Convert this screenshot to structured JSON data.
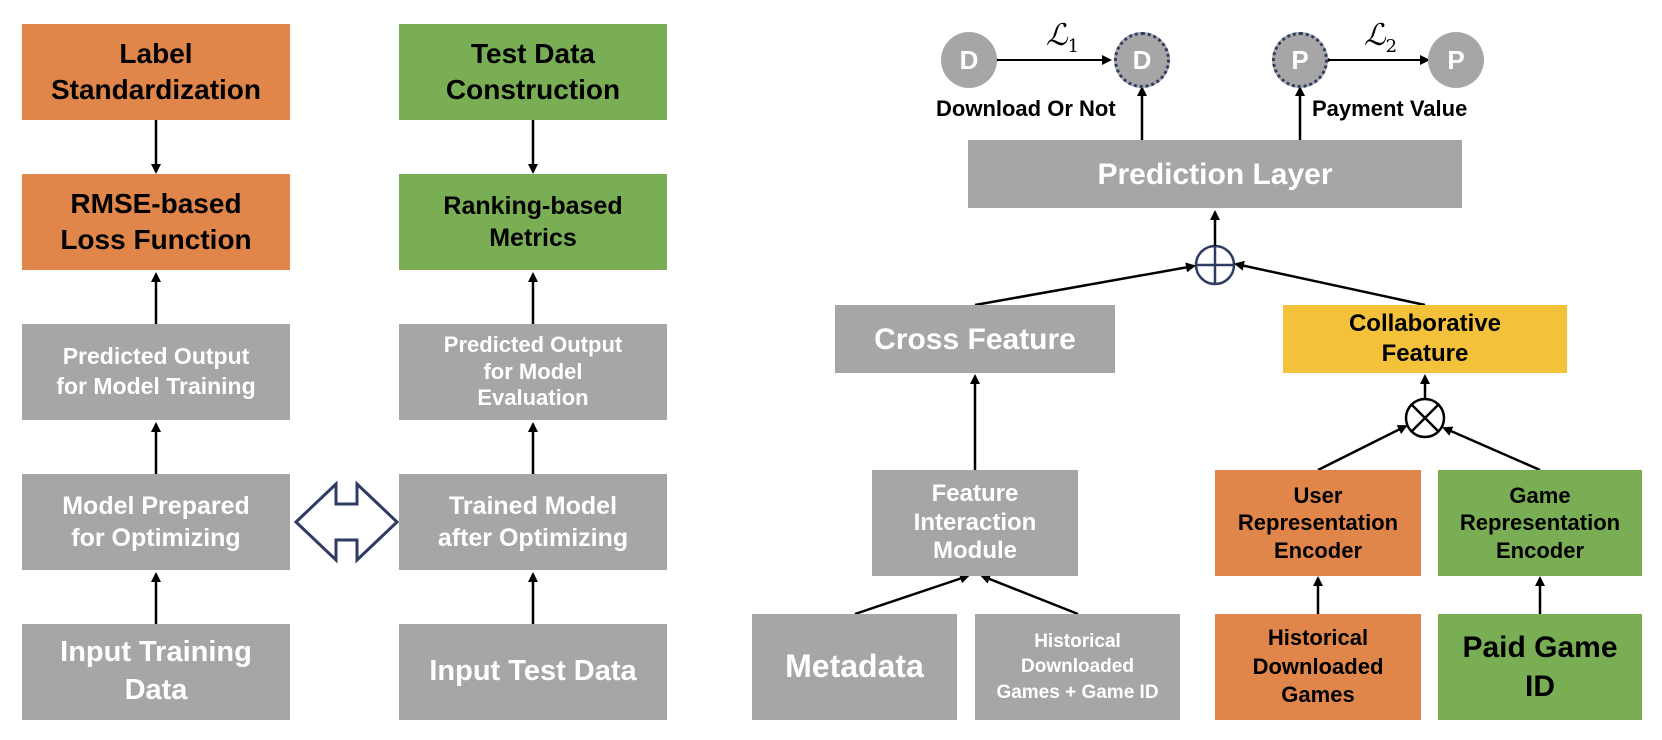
{
  "left_flow": {
    "label_std": "Label\nStandardization",
    "loss_fn": "RMSE-based\nLoss Function",
    "pred_train": "Predicted Output\nfor Model Training",
    "model_prepared": "Model Prepared\nfor Optimizing",
    "input_train": "Input Training\nData"
  },
  "middle_flow": {
    "test_construction": "Test Data\nConstruction",
    "ranking_metrics": "Ranking-based\nMetrics",
    "pred_eval": "Predicted Output\nfor Model\nEvaluation",
    "trained_model": "Trained Model\nafter Optimizing",
    "input_test": "Input Test Data"
  },
  "right_model": {
    "prediction_layer": "Prediction Layer",
    "cross_feature": "Cross Feature",
    "collab_feature": "Collaborative\nFeature",
    "feature_interaction": "Feature\nInteraction\nModule",
    "user_encoder": "User\nRepresentation\nEncoder",
    "game_encoder": "Game\nRepresentation\nEncoder",
    "metadata": "Metadata",
    "hist_games_id": "Historical\nDownloaded\nGames + Game ID",
    "hist_games": "Historical\nDownloaded\nGames",
    "paid_game_id": "Paid Game\nID",
    "download_label": "Download Or Not",
    "payment_label": "Payment Value",
    "node_d": "D",
    "node_p": "P",
    "loss1_base": "ℒ",
    "loss1_sub": "1",
    "loss2_base": "ℒ",
    "loss2_sub": "2"
  },
  "colors": {
    "orange": "#E0864A",
    "green": "#7AAE54",
    "gray": "#A6A6A6",
    "yellow": "#F3C13A",
    "navy": "#2F3B62"
  },
  "icons": {
    "sum_operator": "circle-plus-icon",
    "product_operator": "circle-times-icon",
    "bidirectional": "double-arrow-icon"
  }
}
